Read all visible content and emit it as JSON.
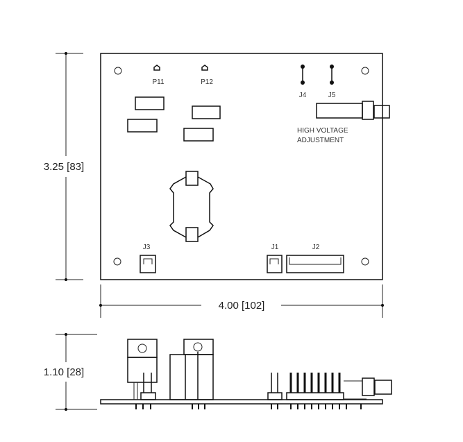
{
  "dimensions": {
    "height": "3.25 [83]",
    "width": "4.00 [102]",
    "depth": "1.10 [28]"
  },
  "labels": {
    "p11": "P11",
    "p12": "P12",
    "j4": "J4",
    "j5": "J5",
    "j3": "J3",
    "j1": "J1",
    "j2": "J2",
    "hv_line1": "HIGH VOLTAGE",
    "hv_line2": "ADJUSTMENT"
  },
  "colors": {
    "line": "#111111",
    "background": "#ffffff"
  }
}
